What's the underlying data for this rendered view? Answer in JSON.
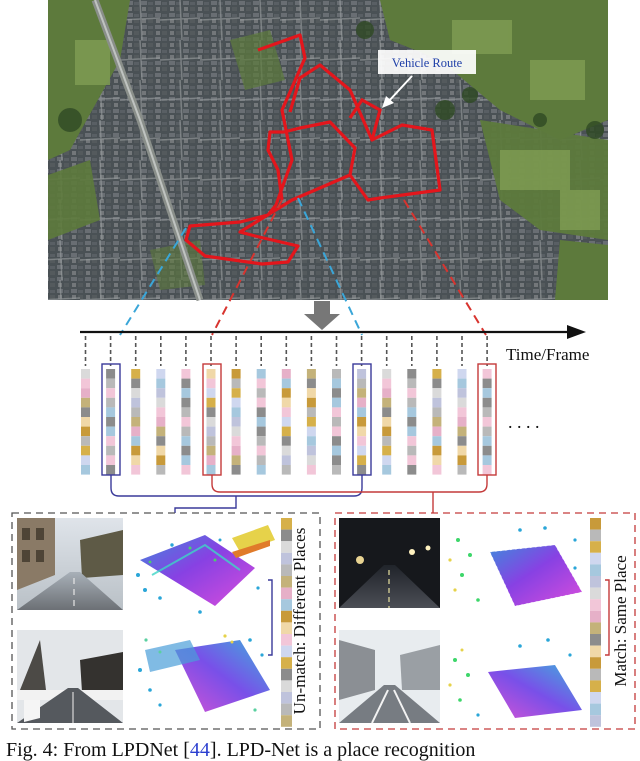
{
  "map": {
    "route_label": "Vehicle Route",
    "route_color": "#e3161c",
    "map_style": "satellite"
  },
  "timeline": {
    "axis_label": "Time/Frame",
    "ellipsis": ". . . .",
    "frame_count": 17
  },
  "panels": {
    "left": {
      "label": "Un-match: Different Places",
      "color": "#3a3a9a"
    },
    "right": {
      "label": "Match: Same Place",
      "color": "#c43a3a"
    }
  },
  "caption": {
    "prefix": "Fig. 4: From LPDNet [",
    "ref": "44",
    "suffix": "]. LPD-Net is a place recognition"
  }
}
